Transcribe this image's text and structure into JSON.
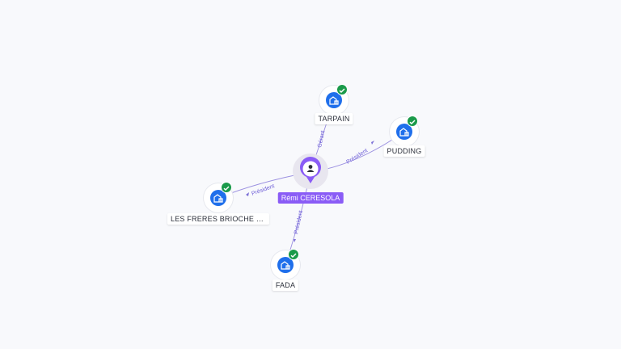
{
  "graph": {
    "center": {
      "name": "Rémi CERESOLA",
      "icon": "person-icon",
      "color": "#8a5cf6"
    },
    "companies": [
      {
        "id": "tarpain",
        "name": "TARPAIN",
        "icon": "building-icon",
        "verified_icon": "check-icon",
        "relation": "Gérant"
      },
      {
        "id": "pudding",
        "name": "PUDDING",
        "icon": "building-icon",
        "verified_icon": "check-icon",
        "relation": "Président"
      },
      {
        "id": "les-freres",
        "name": "LES FRERES BRIOCHE O...",
        "icon": "building-icon",
        "verified_icon": "check-icon",
        "relation": "Président"
      },
      {
        "id": "fada",
        "name": "FADA",
        "icon": "building-icon",
        "verified_icon": "check-icon",
        "relation": "Président"
      }
    ],
    "colors": {
      "edge": "#7b6fd6",
      "company": "#1f6feb",
      "verified": "#1a9a4a",
      "background": "#f8f9fc"
    }
  }
}
